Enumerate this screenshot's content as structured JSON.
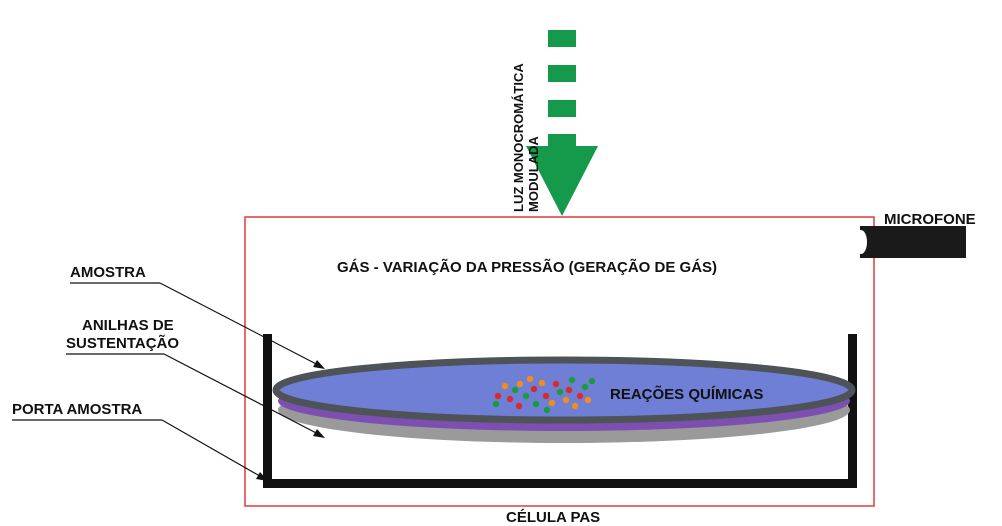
{
  "labels": {
    "light": [
      "LUZ MONOCROMÁTICA",
      "MODULADA"
    ],
    "microphone": "MICROFONE",
    "gas": "GÁS - VARIAÇÃO DA PRESSÃO (GERAÇÃO DE GÁS)",
    "sample": "AMOSTRA",
    "support_rings": [
      "ANILHAS DE",
      "SUSTENTAÇÃO"
    ],
    "sample_holder": "PORTA AMOSTRA",
    "reactions": "REAÇÕES QUÍMICAS",
    "cell": "CÉLULA PAS"
  },
  "colors": {
    "cell_border": "#e03a3a",
    "arrow": "#149a4a",
    "sample_fill": "#6f7fd6",
    "sample_rim": "#4e5358",
    "support_ring": "#7c4fb0",
    "holder": "#111111",
    "microphone": "#1a1a1a",
    "particles": [
      "#d92b2b",
      "#1a9c3c",
      "#f28c1b"
    ]
  }
}
